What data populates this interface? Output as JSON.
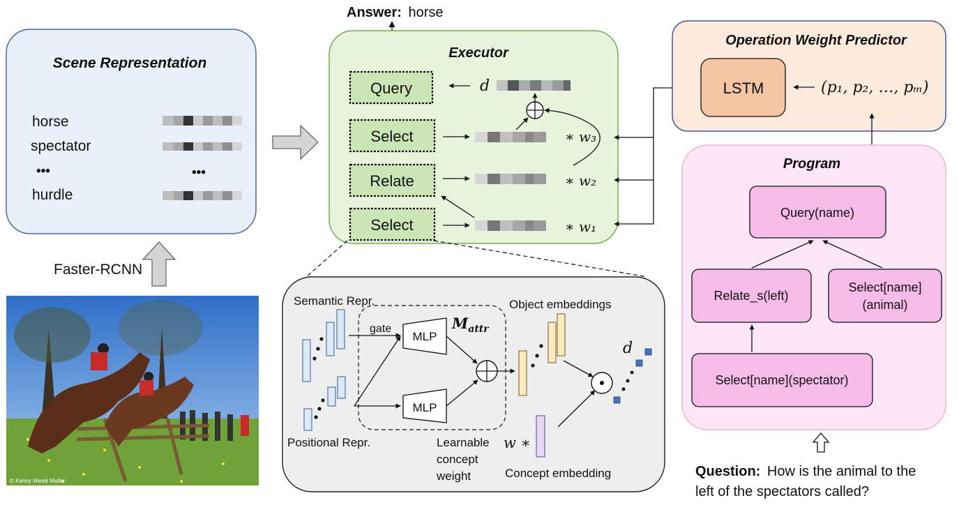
{
  "colors": {
    "scene_fill": "#e9f0fa",
    "scene_stroke": "#4a69a6",
    "exec_fill": "#e8f3dc",
    "exec_stroke": "#75ad4e",
    "module_fill": "#cce5b5",
    "owp_fill": "#fcebdc",
    "owp_stroke": "#3f5b99",
    "lstm_fill": "#f5c5a4",
    "program_fill": "#fce6f7",
    "program_stroke": "#eeb7cc",
    "node_fill": "#f5bce8",
    "detail_fill": "#eeeeee",
    "embed_fill": "#dbe8f5",
    "embed_stroke": "#3a5e8c",
    "object_embed_fill": "#fbe9c2",
    "object_embed_stroke": "#7a5a1a",
    "concept_fill": "#e5d8f5",
    "concept_stroke": "#5a4a8c",
    "square_fill": "#4a72c4"
  },
  "answer": {
    "label": "Answer:",
    "value": "horse"
  },
  "scene": {
    "title": "Scene Representation",
    "labels": [
      "horse",
      "spectator",
      "•••",
      "hurdle"
    ],
    "ellipsis": "•••"
  },
  "faster_rcnn": "Faster-RCNN",
  "photo": {
    "icon": "horse-jumping-photo",
    "credit": "© Kenny Marek Muller"
  },
  "executor": {
    "title": "Executor",
    "modules": [
      "Query",
      "Select",
      "Relate",
      "Select"
    ],
    "d": "d",
    "weights": [
      "∗ w₃",
      "∗ w₂",
      "∗ w₁"
    ]
  },
  "owp": {
    "title": "Operation Weight Predictor",
    "lstm": "LSTM",
    "params": "(p₁, p₂, …, pₘ)"
  },
  "program": {
    "title": "Program",
    "nodes": [
      "Query(name)",
      "Relate_s(left)",
      "Select[name]",
      "(animal)",
      "Select[name](spectator)"
    ]
  },
  "question": {
    "label": "Question:",
    "line1": "How is the animal to the",
    "line2": "left of the spectators called?"
  },
  "detail": {
    "semantic": "Semantic Repr.",
    "positional": "Positional Repr.",
    "gate": "gate",
    "mlp": "MLP",
    "m_attr": "M",
    "m_attr_sub": "attr",
    "object_embeddings": "Object embeddings",
    "learnable": [
      "Learnable",
      "concept",
      "weight"
    ],
    "w_star": "w ∗",
    "concept_embedding": "Concept embedding",
    "d": "d"
  }
}
